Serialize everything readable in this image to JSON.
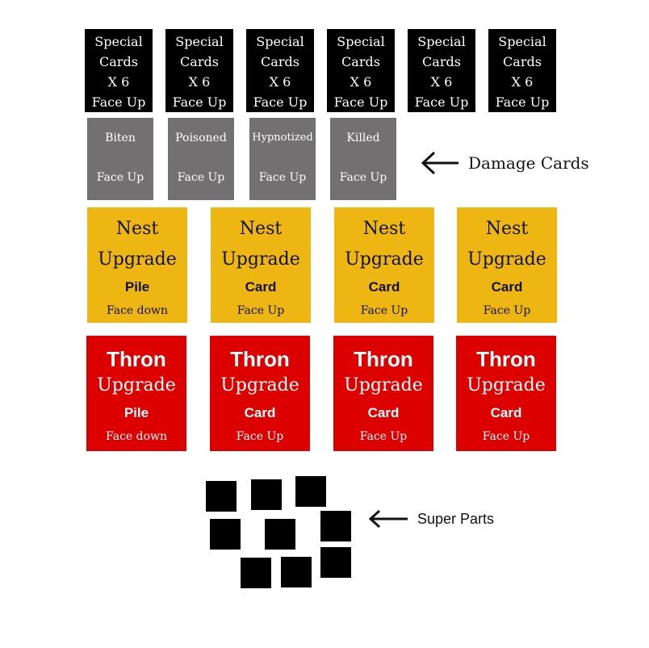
{
  "special_cards": [
    {
      "line1": "Special",
      "line2": "Cards",
      "line3": "X 6",
      "line4": "Face Up"
    },
    {
      "line1": "Special",
      "line2": "Cards",
      "line3": "X 6",
      "line4": "Face Up"
    },
    {
      "line1": "Special",
      "line2": "Cards",
      "line3": "X 6",
      "line4": "Face Up"
    },
    {
      "line1": "Special",
      "line2": "Cards",
      "line3": "X 6",
      "line4": "Face Up"
    },
    {
      "line1": "Special",
      "line2": "Cards",
      "line3": "X 6",
      "line4": "Face Up"
    },
    {
      "line1": "Special",
      "line2": "Cards",
      "line3": "X 6",
      "line4": "Face Up"
    }
  ],
  "damage_cards": [
    {
      "name": "Biten",
      "face": "Face Up"
    },
    {
      "name": "Poisoned",
      "face": "Face Up"
    },
    {
      "name": "Hypnotized",
      "face": "Face Up"
    },
    {
      "name": "Killed",
      "face": "Face Up"
    }
  ],
  "damage_label": "Damage Cards",
  "nest_cards": [
    {
      "title": "Nest",
      "subtitle": "Upgrade",
      "kind": "Pile",
      "face": "Face down"
    },
    {
      "title": "Nest",
      "subtitle": "Upgrade",
      "kind": "Card",
      "face": "Face Up"
    },
    {
      "title": "Nest",
      "subtitle": "Upgrade",
      "kind": "Card",
      "face": "Face Up"
    },
    {
      "title": "Nest",
      "subtitle": "Upgrade",
      "kind": "Card",
      "face": "Face Up"
    }
  ],
  "thron_cards": [
    {
      "title": "Thron",
      "subtitle": "Upgrade",
      "kind": "Pile",
      "face": "Face down"
    },
    {
      "title": "Thron",
      "subtitle": "Upgrade",
      "kind": "Card",
      "face": "Face Up"
    },
    {
      "title": "Thron",
      "subtitle": "Upgrade",
      "kind": "Card",
      "face": "Face Up"
    },
    {
      "title": "Thron",
      "subtitle": "Upgrade",
      "kind": "Card",
      "face": "Face Up"
    }
  ],
  "super_parts_label": "Super Parts",
  "super_parts_count": 9,
  "colors": {
    "special": "#000000",
    "damage": "#727070",
    "nest": "#eeb613",
    "thron": "#dc0000",
    "parts": "#000000"
  }
}
